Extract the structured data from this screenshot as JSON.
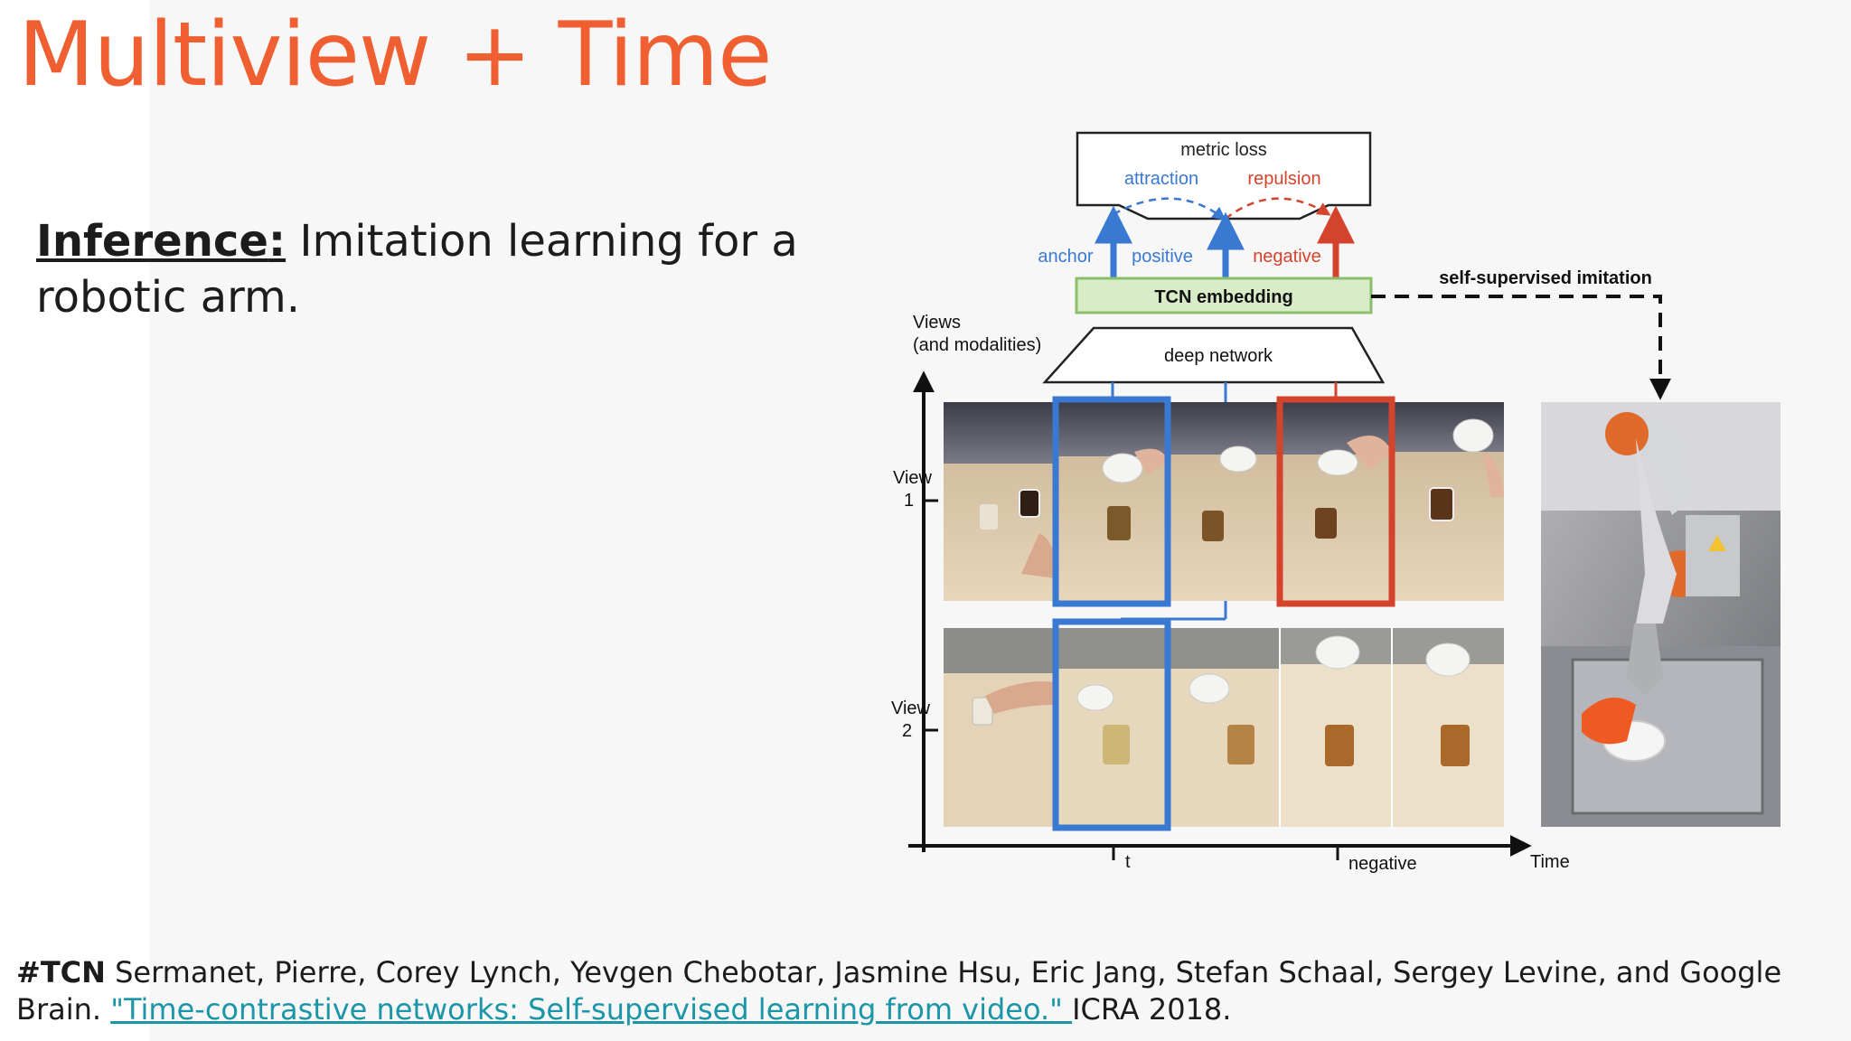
{
  "slide": {
    "title": "Multiview + Time",
    "inference_label": "Inference",
    "inference_colon": ":",
    "inference_text": " Imitation learning for a robotic arm."
  },
  "diagram": {
    "metric_loss": "metric loss",
    "attraction": "attraction",
    "repulsion": "repulsion",
    "anchor": "anchor",
    "positive": "positive",
    "negative_top": "negative",
    "tcn_embedding": "TCN embedding",
    "self_supervised": "self-supervised imitation",
    "deep_network": "deep network",
    "views_line1": "Views",
    "views_line2": "(and modalities)",
    "view1_line1": "View",
    "view1_line2": "1",
    "view2_line1": "View",
    "view2_line2": "2",
    "t_label": "t",
    "negative_axis": "negative",
    "time_label": "Time",
    "colors": {
      "anchor_blue": "#3a79d2",
      "negative_red": "#d4432c",
      "embedding_fill": "#d9ecc8",
      "embedding_border": "#8cbf6a",
      "title_orange": "#f05f32"
    }
  },
  "citation": {
    "tag": "#TCN",
    "authors": " Sermanet, Pierre, Corey Lynch, Yevgen Chebotar, Jasmine Hsu, Eric Jang, Stefan Schaal, Sergey Levine, and Google Brain. ",
    "link_text": "\"Time-contrastive networks: Self-supervised learning from video.\" ",
    "venue": "ICRA 2018."
  }
}
